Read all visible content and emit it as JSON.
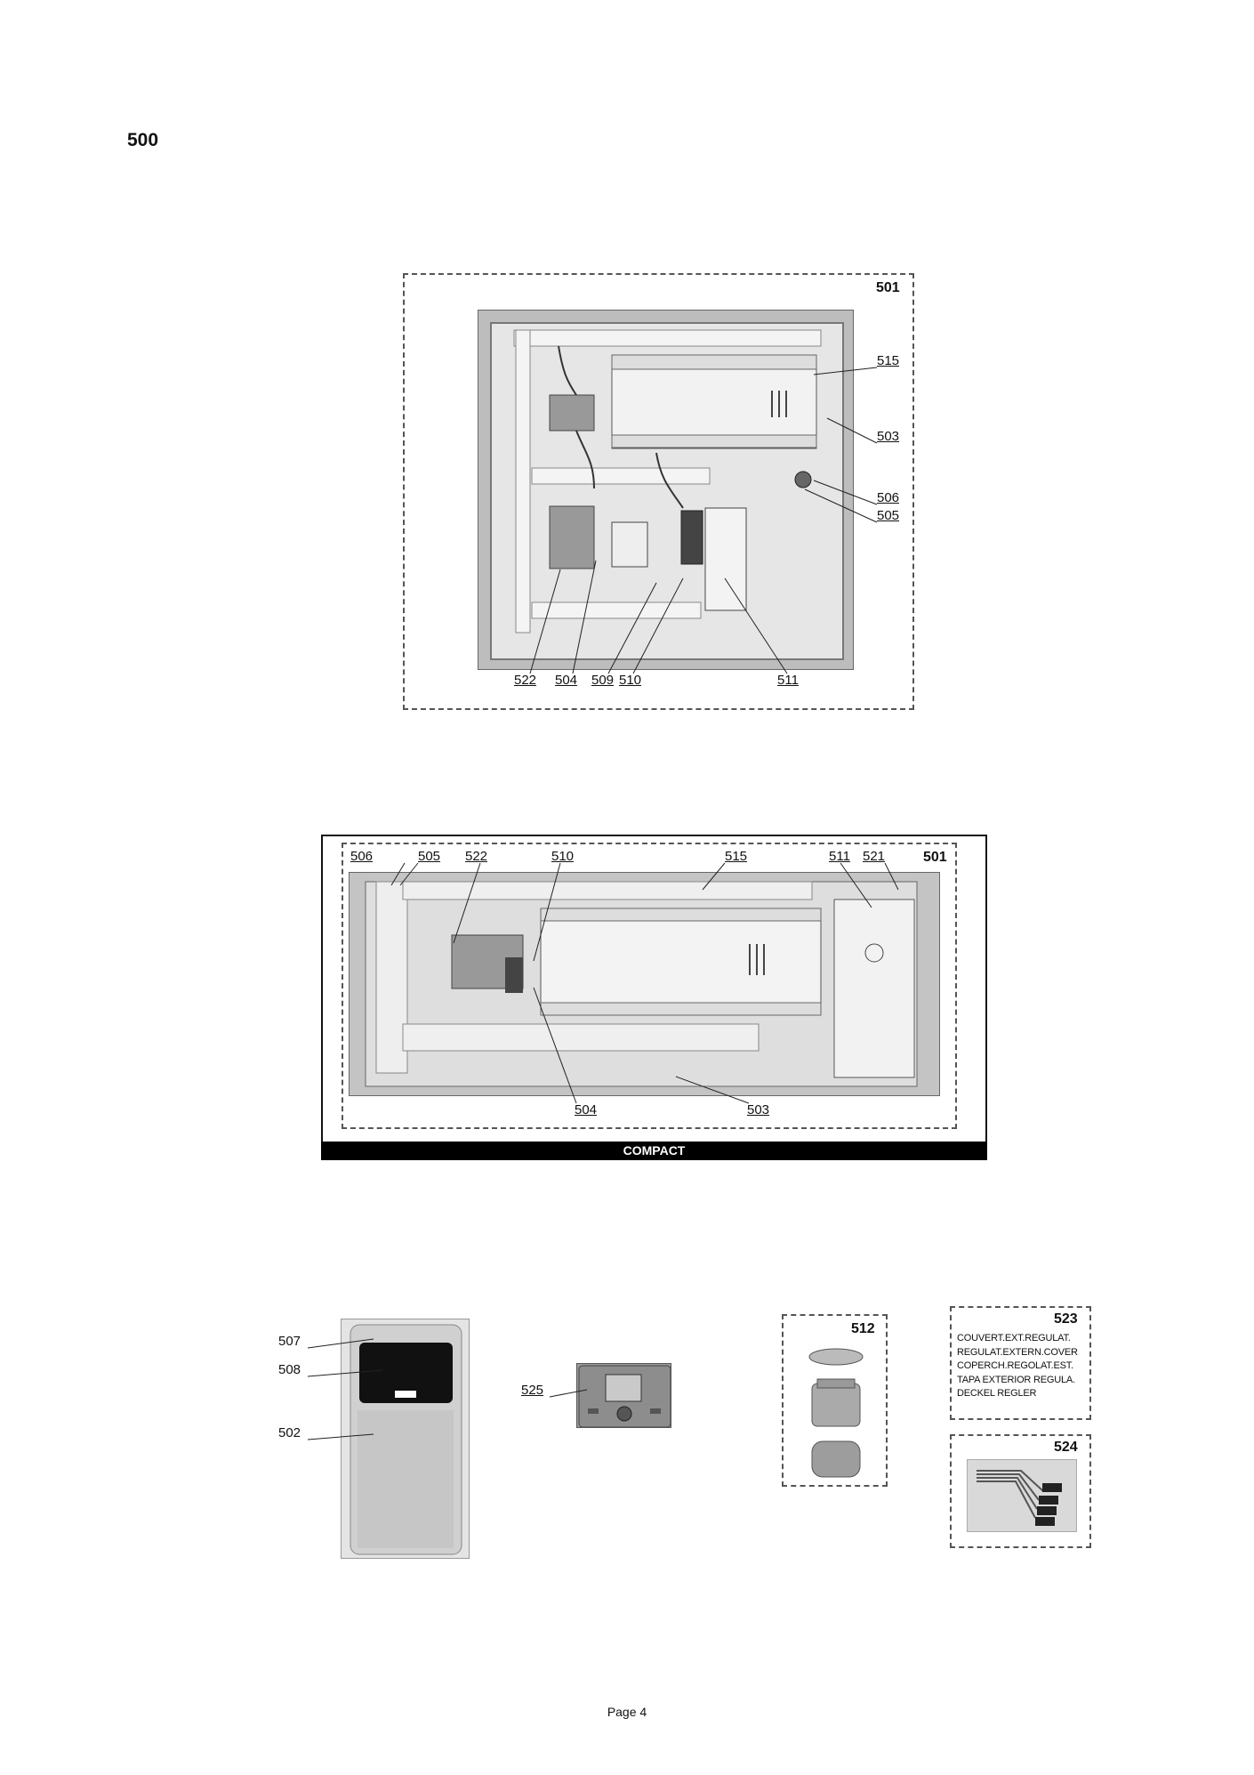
{
  "section_number": "500",
  "page_label": "Page 4",
  "figure1": {
    "frame_id": "501",
    "callouts": [
      "515",
      "503",
      "506",
      "505",
      "522",
      "504",
      "509",
      "510",
      "511"
    ]
  },
  "figure2": {
    "frame_id": "501",
    "caption": "COMPACT",
    "callouts_top": [
      "506",
      "505",
      "522",
      "510",
      "515",
      "511",
      "521"
    ],
    "callouts_bottom": [
      "504",
      "503"
    ]
  },
  "parts": {
    "cover_callouts": [
      "507",
      "508",
      "502"
    ],
    "display_callout": "525",
    "gland_id": "512",
    "cover_kit_id": "523",
    "cover_kit_text": [
      "COUVERT.EXT.REGULAT.",
      "REGULAT.EXTERN.COVER",
      "COPERCH.REGOLAT.EST.",
      "TAPA EXTERIOR REGULA.",
      "DECKEL REGLER"
    ],
    "harness_id": "524"
  }
}
